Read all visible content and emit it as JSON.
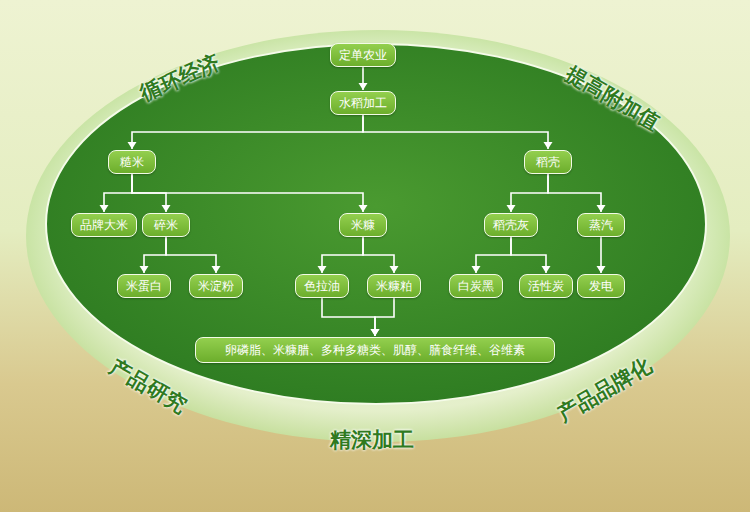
{
  "diagram": {
    "nodes": [
      {
        "text": [
          "定单农业"
        ]
      },
      {
        "text": [
          "水稻加工"
        ]
      },
      {
        "text": [
          "糙米"
        ]
      },
      {
        "text": [
          "稻壳"
        ]
      },
      {
        "text": [
          "品牌大米"
        ]
      },
      {
        "text": [
          "碎米"
        ]
      },
      {
        "text": [
          "米糠"
        ]
      },
      {
        "text": [
          "稻壳灰"
        ]
      },
      {
        "text": [
          "蒸汽"
        ]
      },
      {
        "text": [
          "米蛋白"
        ]
      },
      {
        "text": [
          "米淀粉"
        ]
      },
      {
        "text": [
          "色拉油"
        ]
      },
      {
        "text": [
          "米糠粕"
        ]
      },
      {
        "text": [
          "白炭黑"
        ]
      },
      {
        "text": [
          "活性炭"
        ]
      },
      {
        "text": [
          "发电"
        ]
      },
      {
        "text": [
          "卵磷脂、米糠腊、多种多糖类、肌醇、膳食纤维、谷维素"
        ]
      }
    ],
    "edges": [
      {
        "from": 0,
        "to": 1,
        "arrow": "to"
      },
      {
        "from": 1,
        "to": 2,
        "arrow": "to"
      },
      {
        "from": 1,
        "to": 3,
        "arrow": "to"
      },
      {
        "from": 2,
        "to": 4,
        "arrow": "to"
      },
      {
        "from": 2,
        "to": 5,
        "arrow": "to"
      },
      {
        "from": 2,
        "to": 6,
        "arrow": "to"
      },
      {
        "from": 3,
        "to": 7,
        "arrow": "to"
      },
      {
        "from": 3,
        "to": 8,
        "arrow": "to"
      },
      {
        "from": 5,
        "to": 9,
        "arrow": "to"
      },
      {
        "from": 5,
        "to": 10,
        "arrow": "to"
      },
      {
        "from": 6,
        "to": 11,
        "arrow": "to"
      },
      {
        "from": 6,
        "to": 12,
        "arrow": "to"
      },
      {
        "from": 7,
        "to": 13,
        "arrow": "to"
      },
      {
        "from": 7,
        "to": 14,
        "arrow": "to"
      },
      {
        "from": 8,
        "to": 15,
        "arrow": "to"
      },
      {
        "from": 11,
        "to": 16,
        "arrow": "to"
      },
      {
        "from": 12,
        "to": 16,
        "arrow": "to"
      }
    ],
    "labels": [
      "循环经济",
      "提高附加值",
      "产品研究",
      "精深加工",
      "产品品牌化"
    ]
  }
}
